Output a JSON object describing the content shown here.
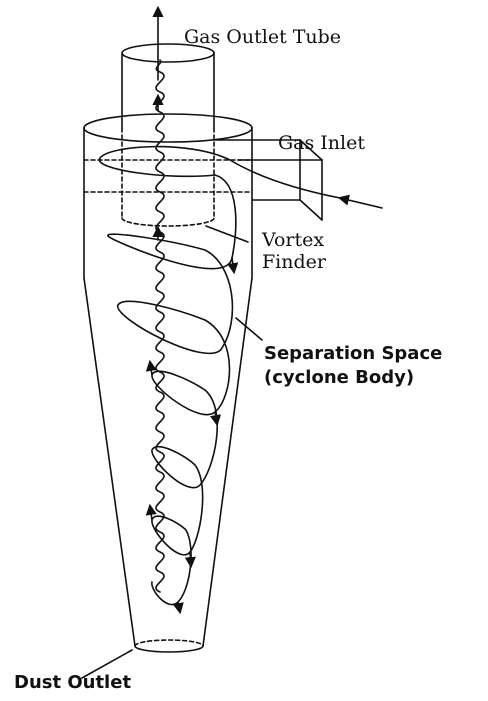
{
  "labels": {
    "gas_outlet_tube": "Gas Outlet Tube",
    "gas_inlet": "Gas Inlet",
    "vortex_finder_line1": "Vortex",
    "vortex_finder_line2": "Finder",
    "separation_space_line1": "Separation Space",
    "separation_space_line2": "(cyclone Body)",
    "dust_outlet": "Dust Outlet"
  },
  "colors": {
    "ink": "#111111",
    "background": "#ffffff"
  }
}
